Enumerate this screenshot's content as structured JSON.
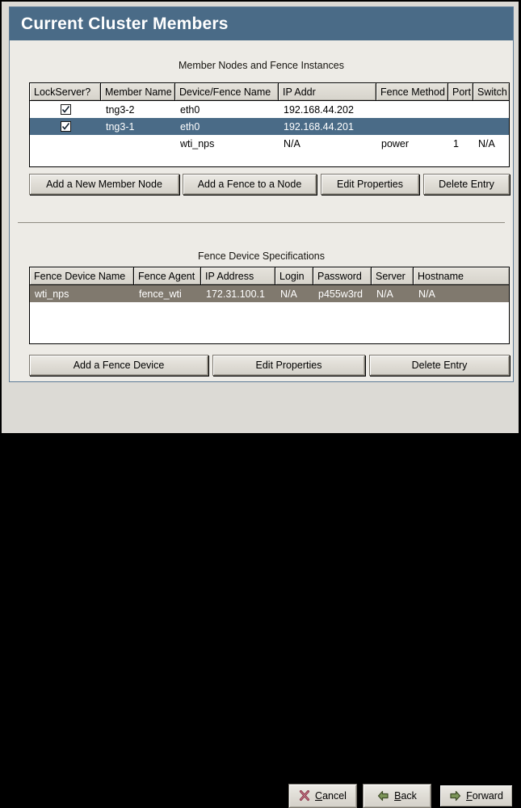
{
  "window": {
    "title": "Current Cluster Members"
  },
  "members_section": {
    "caption": "Member Nodes and Fence Instances",
    "columns": [
      {
        "label": "LockServer?",
        "width": 88
      },
      {
        "label": "Member Name",
        "width": 92
      },
      {
        "label": "Device/Fence Name",
        "width": 128
      },
      {
        "label": "IP Addr",
        "width": 121
      },
      {
        "label": "Fence Method",
        "width": 89
      },
      {
        "label": "Port",
        "width": 31
      },
      {
        "label": "Switch",
        "width": 44
      }
    ],
    "rows": [
      {
        "lockserver": true,
        "member_name": "tng3-2",
        "device_fence_name": "eth0",
        "ip_addr": "192.168.44.202",
        "fence_method": "",
        "port": "",
        "switch": "",
        "selected": false
      },
      {
        "lockserver": true,
        "member_name": "tng3-1",
        "device_fence_name": "eth0",
        "ip_addr": "192.168.44.201",
        "fence_method": "",
        "port": "",
        "switch": "",
        "selected": true
      },
      {
        "lockserver": false,
        "member_name": "",
        "device_fence_name": "wti_nps",
        "ip_addr": "N/A",
        "fence_method": "power",
        "port": "1",
        "switch": "N/A",
        "selected": false
      }
    ],
    "buttons": {
      "add_member": "Add a New Member Node",
      "add_fence": "Add a Fence to a Node",
      "edit_properties": "Edit Properties",
      "delete_entry": "Delete Entry"
    }
  },
  "fence_section": {
    "caption": "Fence Device Specifications",
    "columns": [
      {
        "label": "Fence Device Name",
        "width": 129
      },
      {
        "label": "Fence Agent",
        "width": 83
      },
      {
        "label": "IP Address",
        "width": 92
      },
      {
        "label": "Login",
        "width": 47
      },
      {
        "label": "Password",
        "width": 72
      },
      {
        "label": "Server",
        "width": 52
      },
      {
        "label": "Hostname",
        "width": 118
      }
    ],
    "rows": [
      {
        "fence_device_name": "wti_nps",
        "fence_agent": "fence_wti",
        "ip_address": "172.31.100.1",
        "login": "N/A",
        "password": "p455w3rd",
        "server": "N/A",
        "hostname": "N/A",
        "selected": true
      }
    ],
    "buttons": {
      "add_device": "Add a Fence Device",
      "edit_properties": "Edit Properties",
      "delete_entry": "Delete Entry"
    }
  },
  "footer": {
    "cancel": {
      "mnemonic": "C",
      "rest": "ancel",
      "icon": "cancel-x-icon"
    },
    "back": {
      "mnemonic": "B",
      "rest": "ack",
      "icon": "arrow-left-icon"
    },
    "forward": {
      "mnemonic": "F",
      "rest": "orward",
      "icon": "arrow-right-icon"
    }
  },
  "colors": {
    "titlebar": "#4a6b87",
    "selection_focused": "#4a6b87",
    "selection_unfocused": "#80796e",
    "panel_bg": "#edebe6",
    "window_bg": "#dcdad5",
    "cancel_icon": "#8b2f43",
    "arrow_icon": "#6f8a50"
  }
}
